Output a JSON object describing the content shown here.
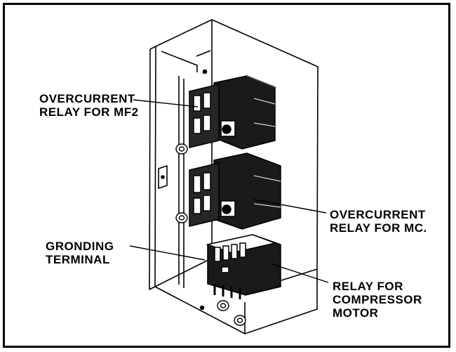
{
  "labels": {
    "mf2_line1": "OVERCURRENT",
    "mf2_line2": "RELAY FOR MF2",
    "mc_line1": "OVERCURRENT",
    "mc_line2": "RELAY FOR MC.",
    "ground_line1": "GRONDING",
    "ground_line2": "TERMINAL",
    "comp_line1": "RELAY FOR",
    "comp_line2": "COMPRESSOR",
    "comp_line3": "MOTOR"
  },
  "colors": {
    "ink": "#000000",
    "paper": "#ffffff"
  }
}
